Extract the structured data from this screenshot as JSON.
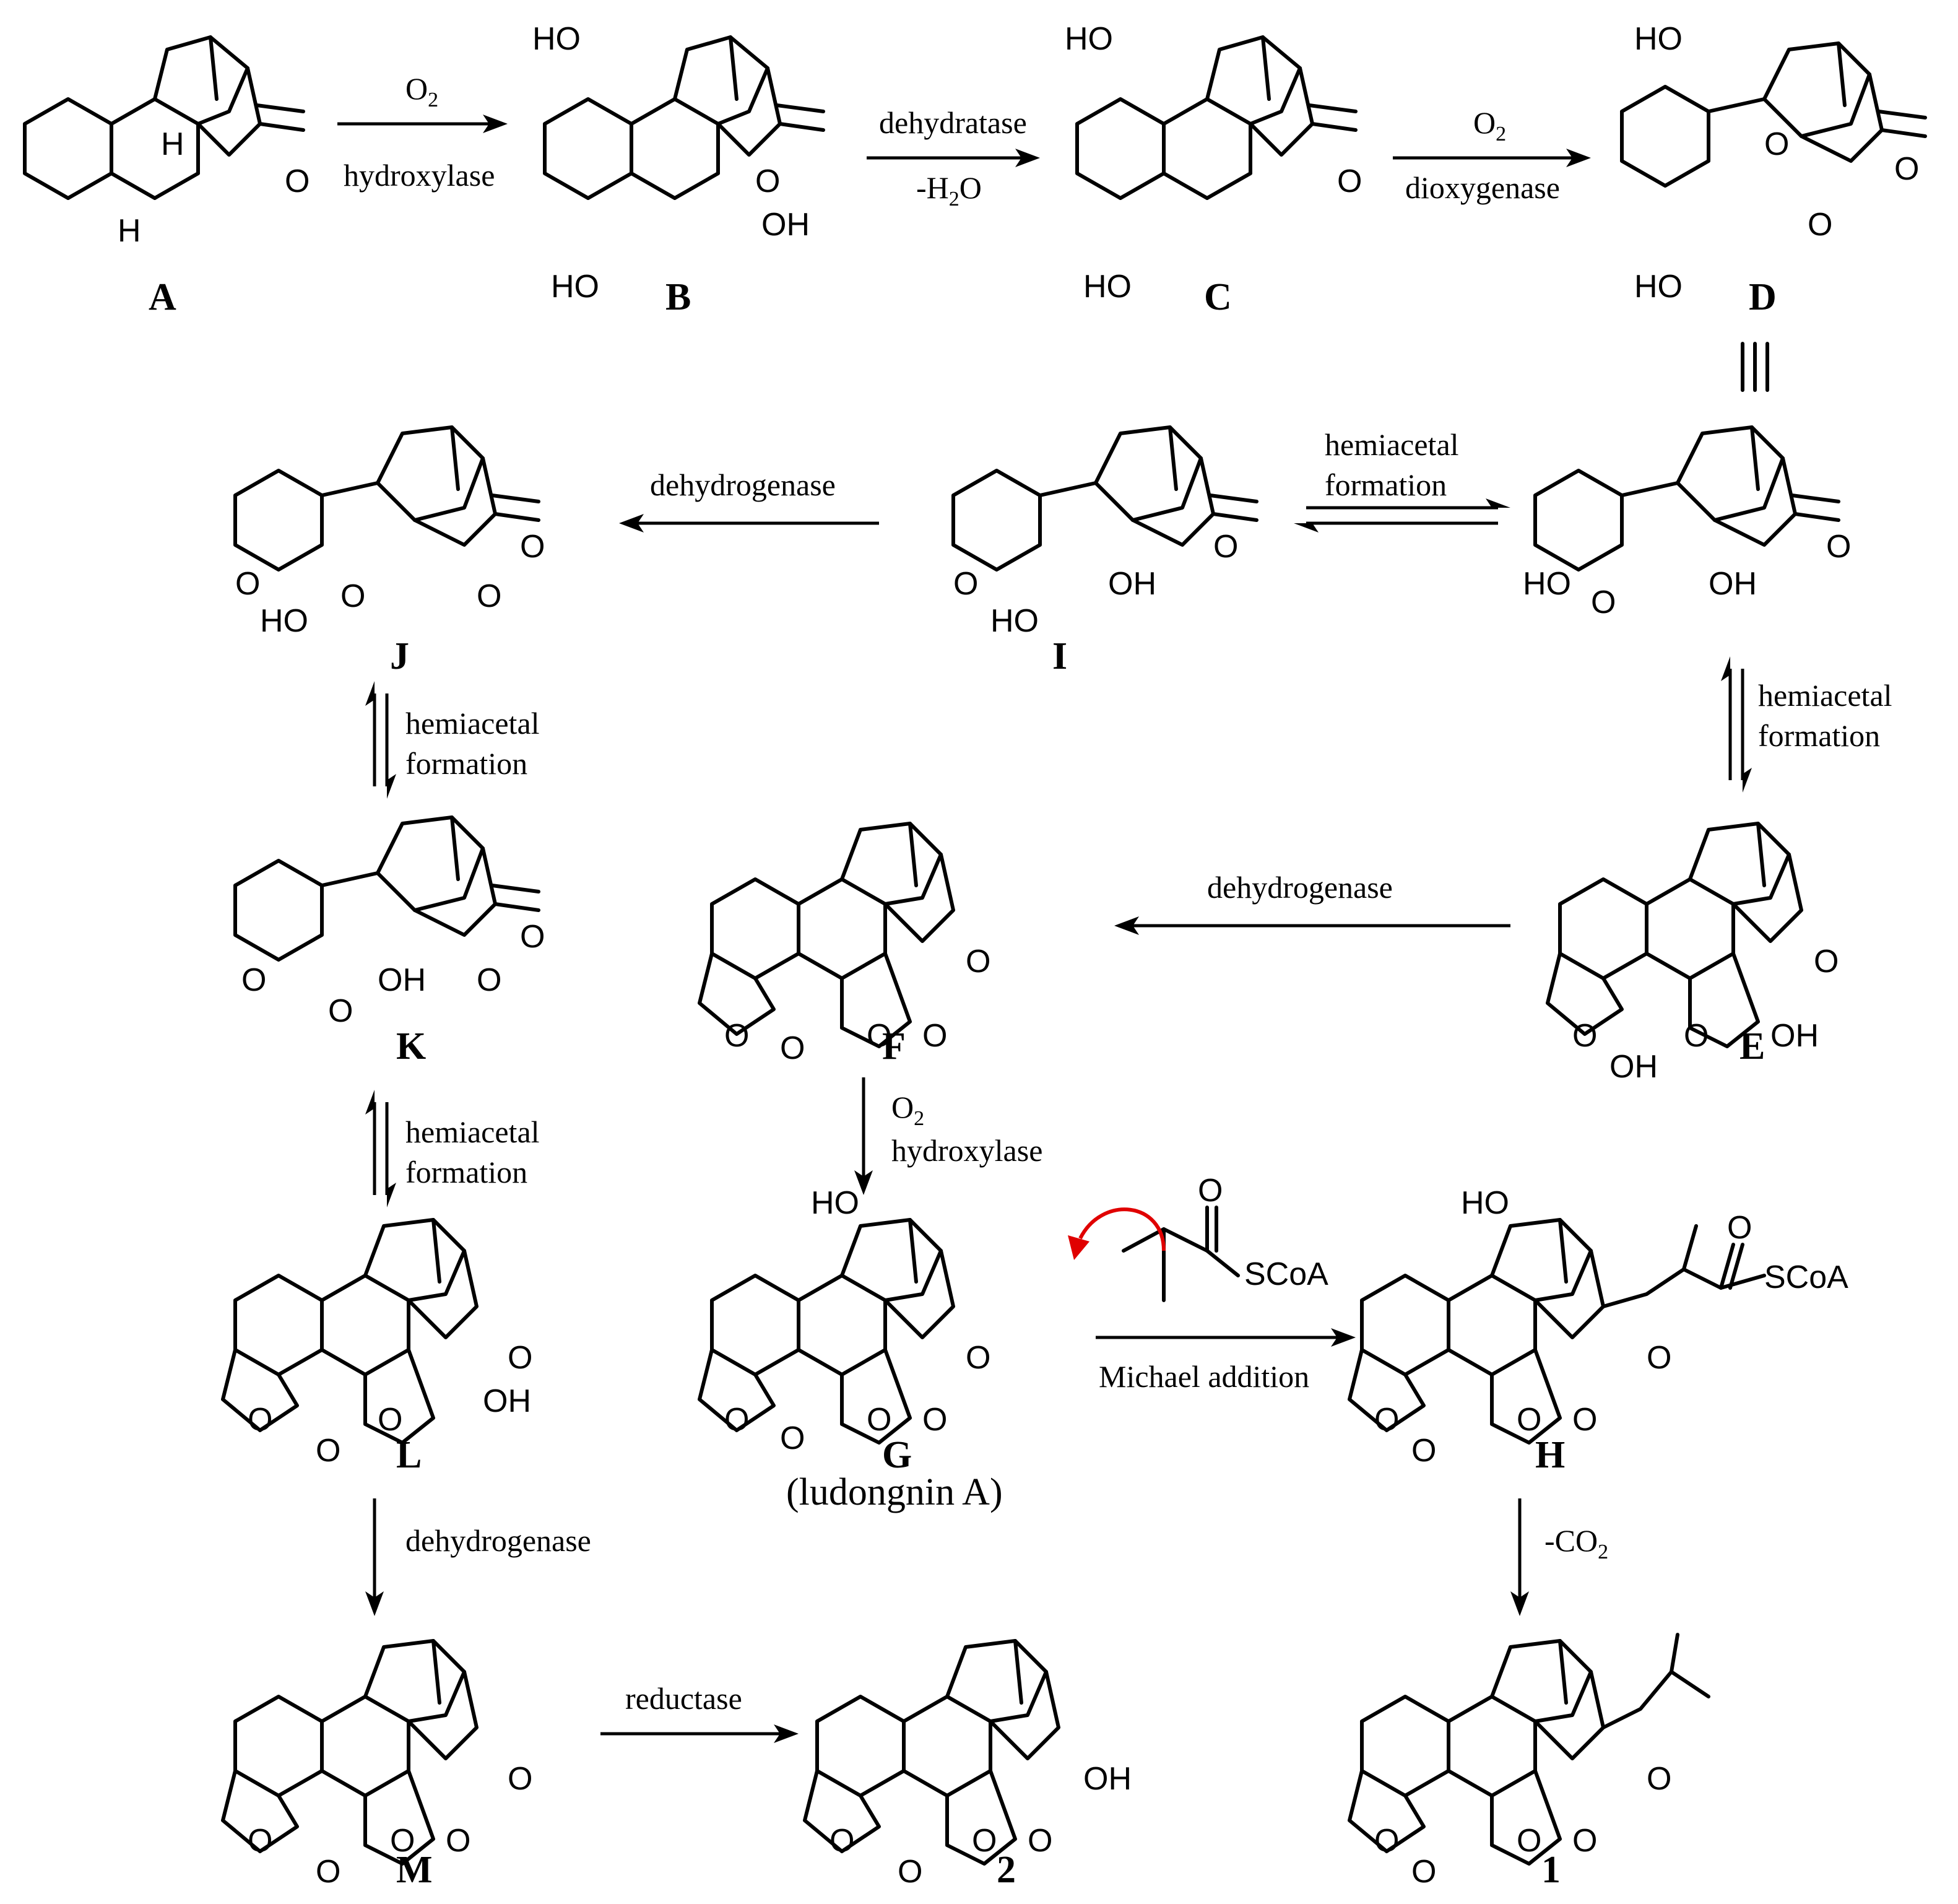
{
  "compounds": {
    "A": "A",
    "B": "B",
    "C": "C",
    "D": "D",
    "E": "E",
    "F": "F",
    "G": "G",
    "G_name": "(ludongnin A)",
    "H": "H",
    "I": "I",
    "J": "J",
    "K": "K",
    "L": "L",
    "M": "M",
    "P1": "1",
    "P2": "2"
  },
  "steps": {
    "ab_top": "O",
    "ab_top_sub": "2",
    "ab_bottom": "hydroxylase",
    "bc_top": "dehydratase",
    "bc_bottom_pre": "-H",
    "bc_bottom_sub": "2",
    "bc_bottom_post": "O",
    "cd_top": "O",
    "cd_top_sub": "2",
    "cd_bottom": "dioxygenase",
    "di_1": "hemiacetal",
    "di_2": "formation",
    "ij": "dehydrogenase",
    "de_1": "hemiacetal",
    "de_2": "formation",
    "ef": "dehydrogenase",
    "jk_1": "hemiacetal",
    "jk_2": "formation",
    "fg_1": "O",
    "fg_1_sub": "2",
    "fg_2": "hydroxylase",
    "kl_1": "hemiacetal",
    "kl_2": "formation",
    "gh": "Michael addition",
    "lm": "dehydrogenase",
    "m2": "reductase",
    "h1_pre": "-CO",
    "h1_sub": "2"
  },
  "reagent": {
    "scoa": "SCoA",
    "o": "O"
  },
  "atoms": {
    "O": "O",
    "OH": "OH",
    "HO": "HO",
    "H": "H",
    "SCoA": "SCoA"
  },
  "colors": {
    "ink": "#000000",
    "curly_arrow": "#e00000"
  }
}
